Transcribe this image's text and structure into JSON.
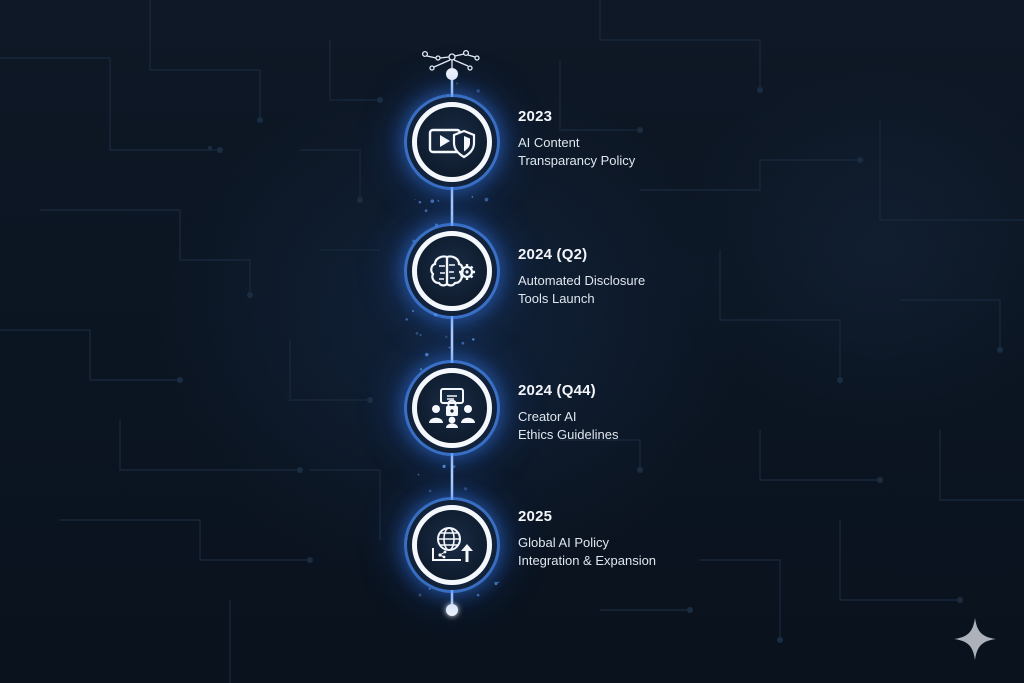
{
  "timeline": {
    "items": [
      {
        "year": "2023",
        "line1": "AI Content",
        "line2": "Transparancy Policy",
        "icon": "video-shield-icon"
      },
      {
        "year": "2024 (Q2)",
        "line1": "Automated Disclosure",
        "line2": "Tools Launch",
        "icon": "brain-gear-icon"
      },
      {
        "year": "2024 (Q44)",
        "line1": "Creator AI",
        "line2": "Ethics Guidelines",
        "icon": "creators-lock-icon"
      },
      {
        "year": "2025",
        "line1": "Global AI Policy",
        "line2": "Integration & Expansion",
        "icon": "globe-upload-icon"
      }
    ]
  },
  "decor": {
    "top_icon": "molecule-network-icon",
    "corner_icon": "sparkle-icon",
    "accent_color": "#3f8cff",
    "node_border_color": "#f4f7fb"
  }
}
